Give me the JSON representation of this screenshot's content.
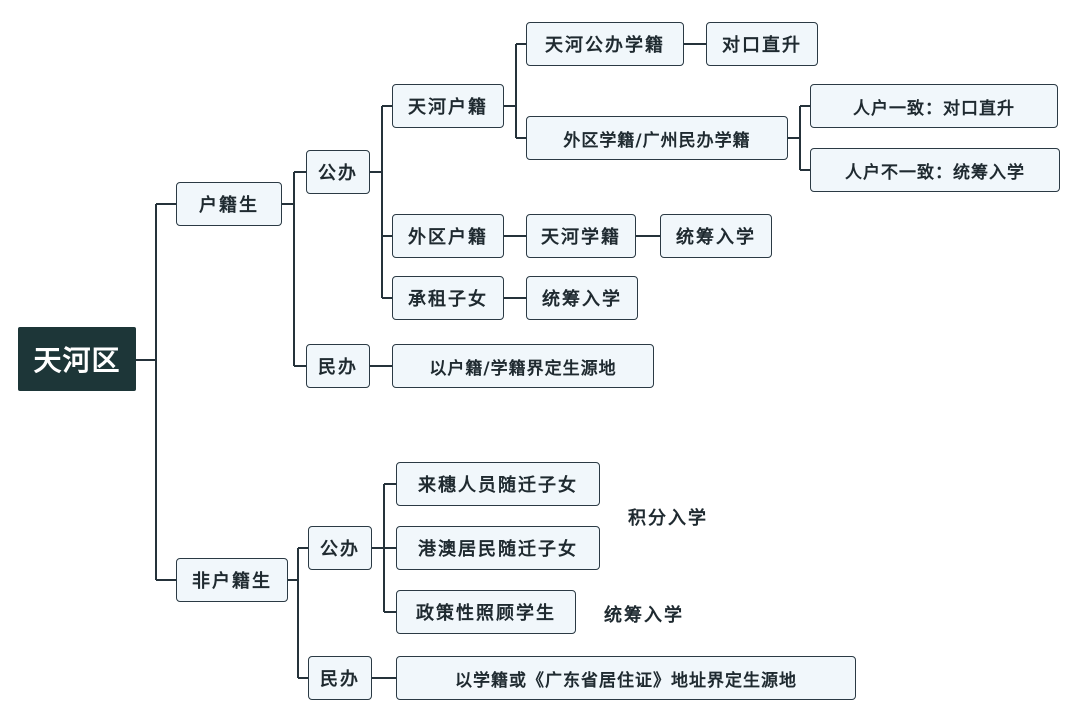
{
  "root": "天河区",
  "huji": {
    "label": "户籍生",
    "gongban": {
      "label": "公办",
      "tianhe_huji": {
        "label": "天河户籍",
        "tianhe_gongban": {
          "label": "天河公办学籍",
          "result": "对口直升"
        },
        "waiqu_xueji": {
          "label": "外区学籍/广州民办学籍",
          "consistent": "人户一致：对口直升",
          "inconsistent": "人户不一致：统筹入学"
        }
      },
      "waiqu_huji": {
        "label": "外区户籍",
        "xueji": "天河学籍",
        "result": "统筹入学"
      },
      "chengzu": {
        "label": "承租子女",
        "result": "统筹入学"
      }
    },
    "minban": {
      "label": "民办",
      "rule": "以户籍/学籍界定生源地"
    }
  },
  "feihuji": {
    "label": "非户籍生",
    "gongban": {
      "label": "公办",
      "laisui": "来穗人员随迁子女",
      "gangao": "港澳居民随迁子女",
      "zhengce": "政策性照顾学生",
      "jifen": "积分入学",
      "tongchou": "统筹入学"
    },
    "minban": {
      "label": "民办",
      "rule": "以学籍或《广东省居住证》地址界定生源地"
    }
  }
}
